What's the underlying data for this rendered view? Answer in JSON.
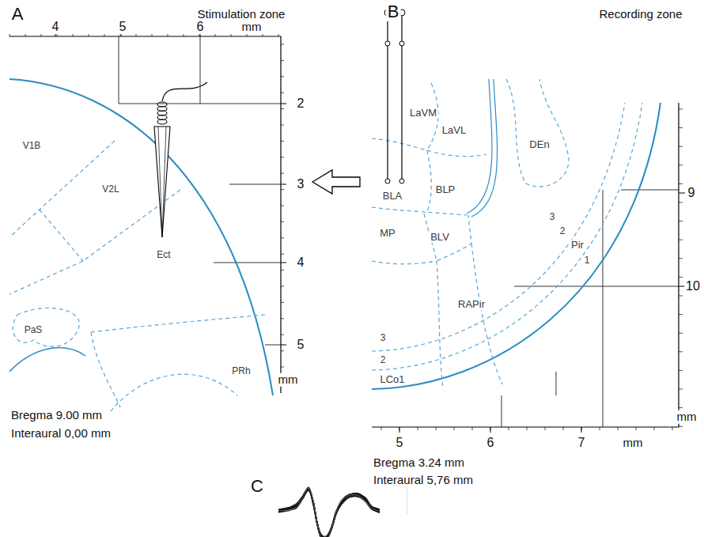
{
  "diagram": {
    "labels": [
      "A",
      "Stimulation zone",
      "4",
      "5",
      "6",
      "mm",
      "2",
      "3",
      "4",
      "5",
      "mm",
      "V1B",
      "V2L",
      "Ect",
      "PaS",
      "PRh",
      "Bregma 9.00 mm",
      "Interaural 0,00 mm",
      "B",
      "Recording zone",
      "LaVM",
      "LaVL",
      "DEn",
      "BLA",
      "BLP",
      "MP",
      "BLV",
      "3",
      "2",
      "Pir",
      "1",
      "RAPir",
      "3",
      "2",
      "LCo1",
      "9",
      "10",
      "mm",
      "5",
      "6",
      "7",
      "mm",
      "Bregma 3.24 mm",
      "Interaural 5,76 mm",
      "C"
    ]
  }
}
